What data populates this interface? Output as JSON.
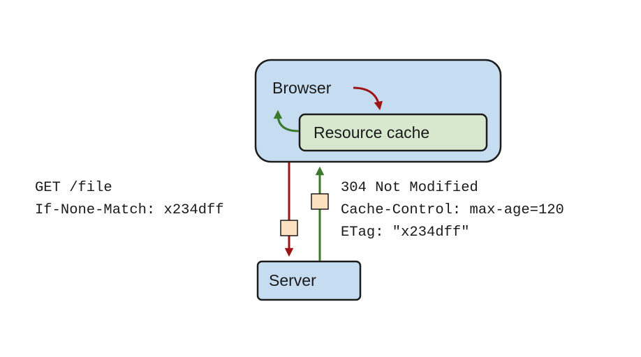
{
  "browser": {
    "label": "Browser",
    "fill": "#c6dcf0",
    "stroke": "#1c1c1c"
  },
  "resource_cache": {
    "label": "Resource cache",
    "fill": "#d7e8cf",
    "stroke": "#1c1c1c"
  },
  "server": {
    "label": "Server",
    "fill": "#c6dcf0",
    "stroke": "#1c1c1c"
  },
  "request": {
    "lines": [
      "GET /file",
      "If-None-Match: x234dff"
    ],
    "arrow_color": "#9e1414"
  },
  "response": {
    "lines": [
      "304 Not Modified",
      "Cache-Control: max-age=120",
      "ETag: \"x234dff\""
    ],
    "arrow_color": "#3b7a2a"
  },
  "packet": {
    "fill": "#fde0bf",
    "stroke": "#1c1c1c"
  }
}
